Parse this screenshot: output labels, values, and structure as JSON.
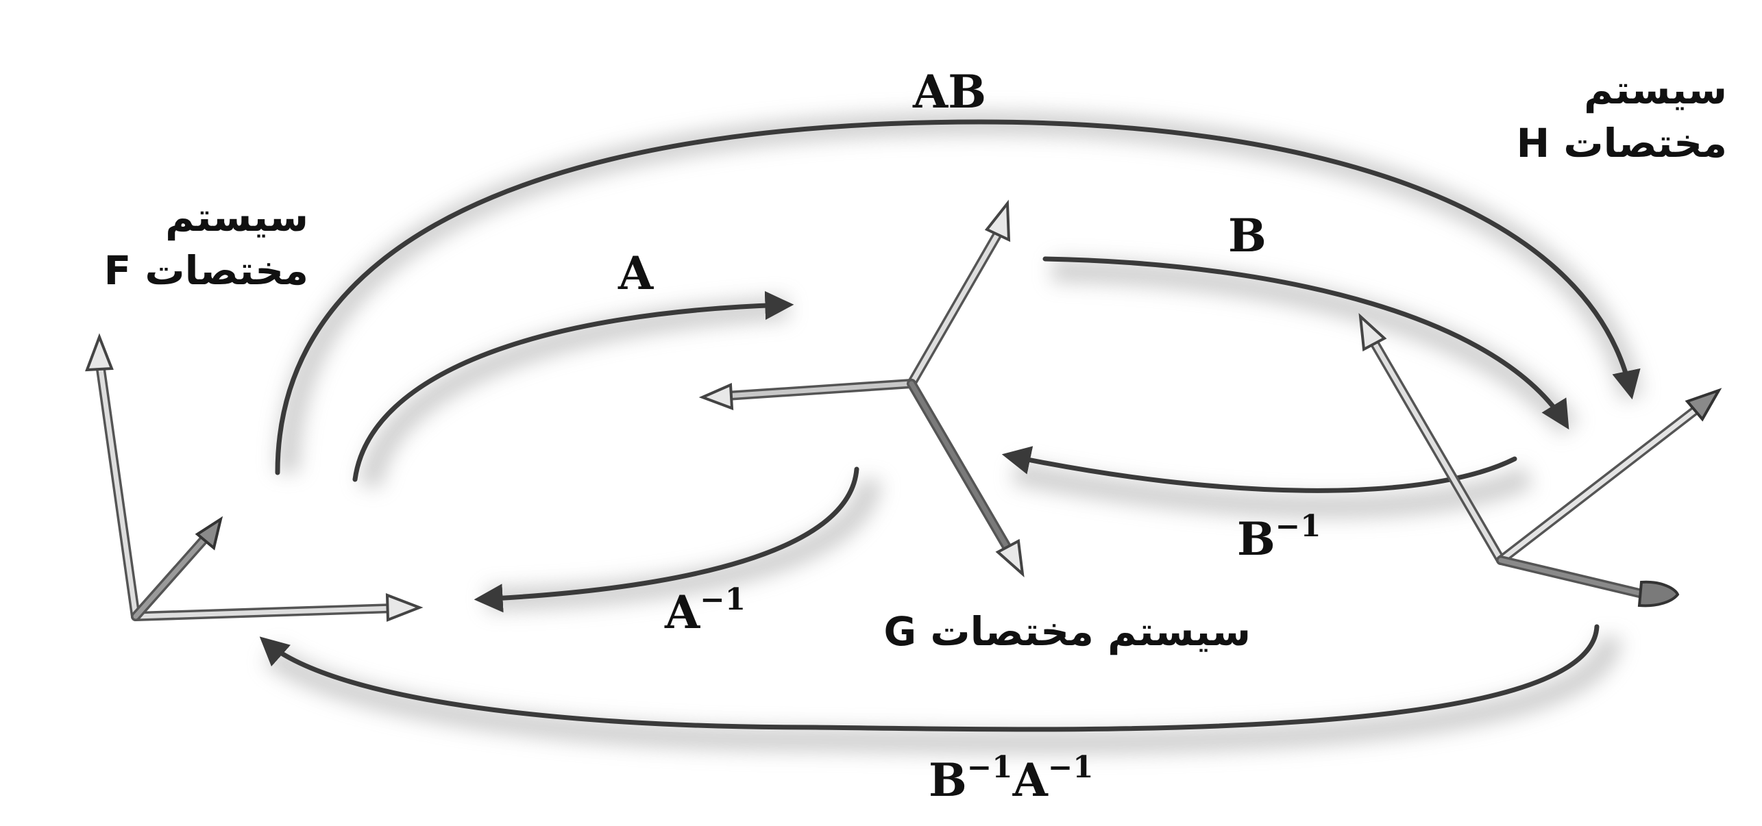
{
  "labels": {
    "frame_f": {
      "line1": "سیستم",
      "line2": "مختصات F"
    },
    "frame_g": {
      "text": "سیستم مختصات G"
    },
    "frame_h": {
      "line1": "سیستم",
      "line2": "مختصات H"
    },
    "ab": "AB",
    "a": "A",
    "b": "B",
    "a_inv": {
      "base": "A",
      "exp": "−1"
    },
    "b_inv": {
      "base": "B",
      "exp": "−1"
    },
    "b_inv_a_inv": {
      "b": "B",
      "b_exp": "−1",
      "a": "A",
      "a_exp": "−1"
    }
  },
  "colors": {
    "arrow_stroke": "#3a3a3a",
    "shadow": "#9a9a9a",
    "axis_light": "#d6d6d6",
    "axis_dark": "#6a6a6a",
    "text": "#111111"
  }
}
